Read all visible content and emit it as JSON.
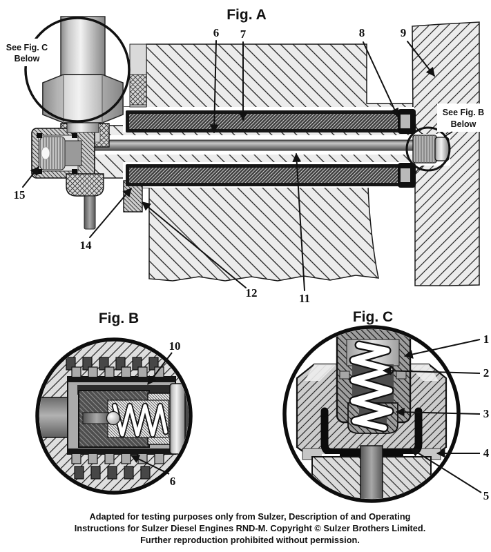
{
  "figures": {
    "a": {
      "title": "Fig. A"
    },
    "b": {
      "title": "Fig. B"
    },
    "c": {
      "title": "Fig. C"
    }
  },
  "labels": {
    "see_fig_c": {
      "line1": "See Fig. C",
      "line2": "Below"
    },
    "see_fig_b": {
      "line1": "See Fig. B",
      "line2": "Below"
    }
  },
  "callouts": {
    "fig_a": [
      "6",
      "7",
      "8",
      "9",
      "11",
      "12",
      "14",
      "15"
    ],
    "fig_b": [
      "10",
      "6"
    ],
    "fig_c": [
      "1",
      "2",
      "3",
      "4",
      "5"
    ]
  },
  "footer": {
    "line1": "Adapted for testing purposes only from Sulzer, Description of and Operating",
    "line2": "Instructions for Sulzer Diesel Engines RND-M. Copyright © Sulzer Brothers Limited.",
    "line3": "Further reproduction prohibited without permission."
  },
  "colors": {
    "ink": "#111111",
    "hatch_background": "#ececec",
    "dark_tube": "#3f3f3f",
    "mid_gray": "#a8a8a8"
  }
}
